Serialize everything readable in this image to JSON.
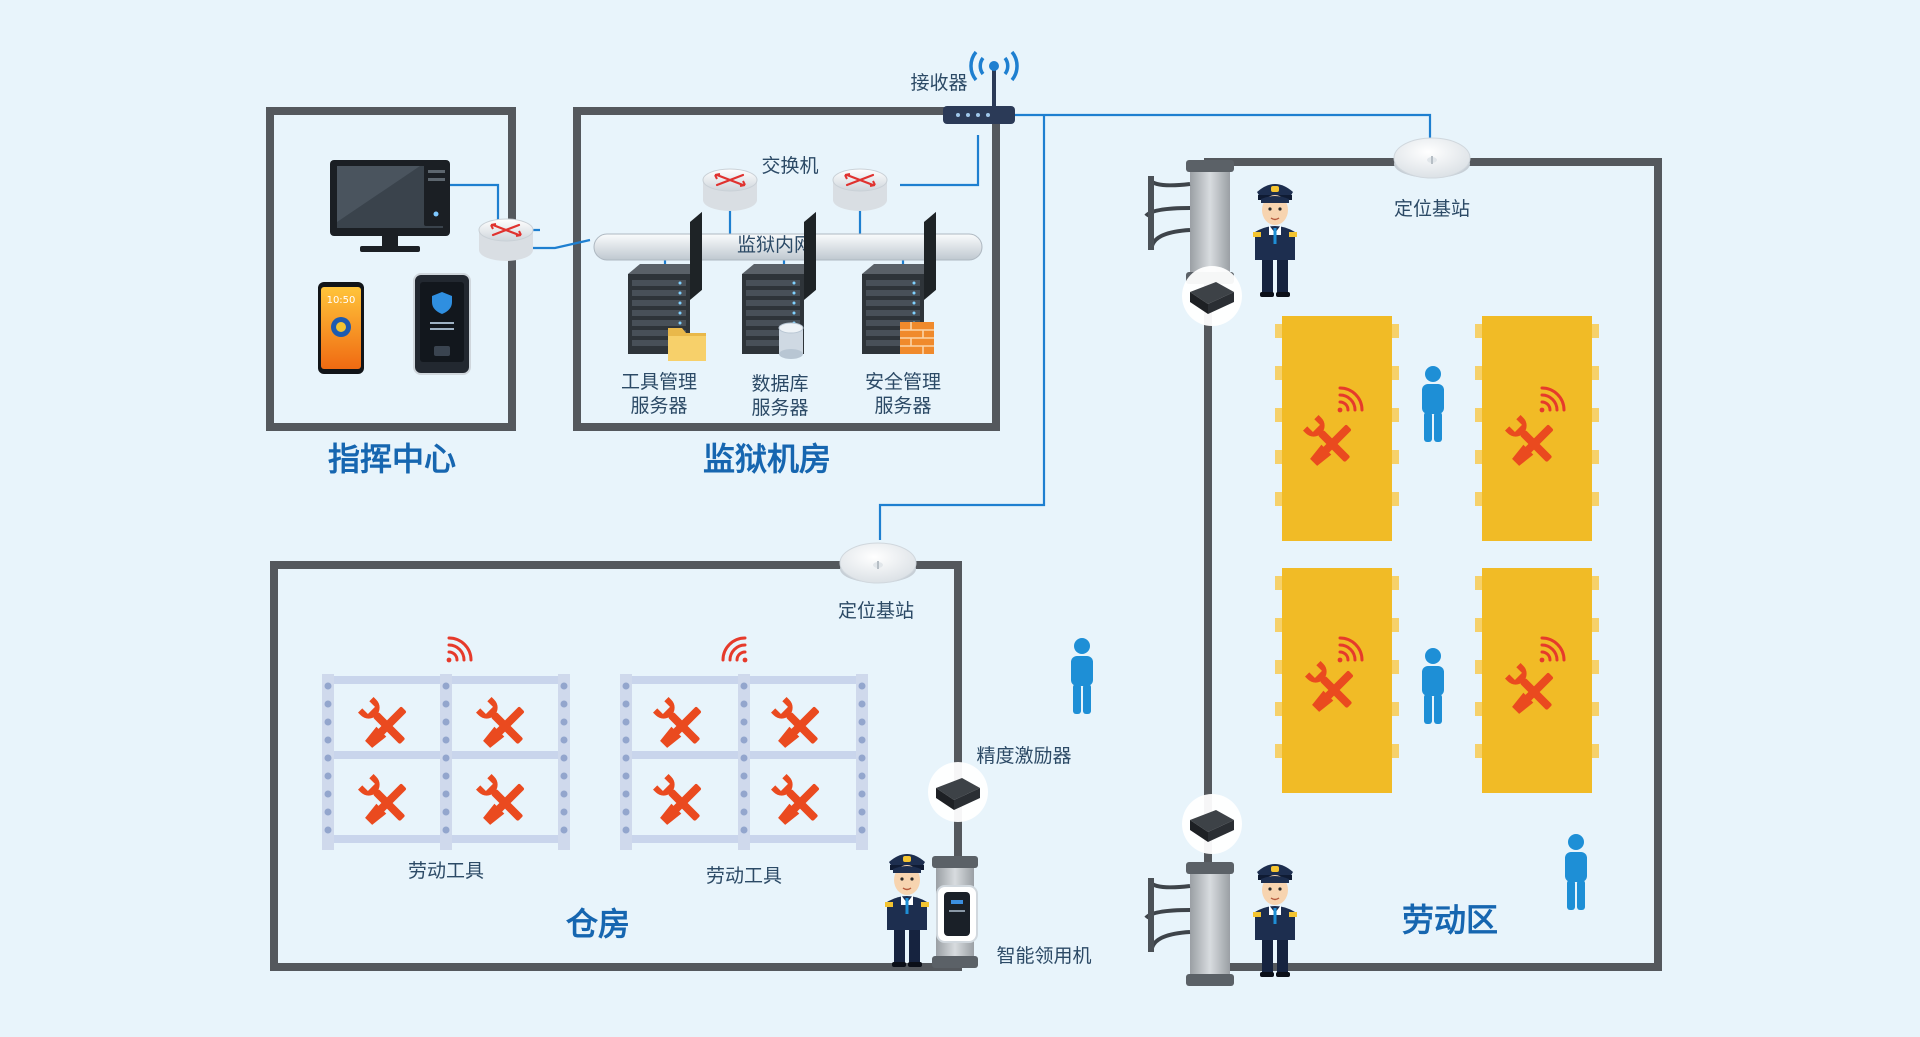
{
  "areas": {
    "command_center": "指挥中心",
    "server_room": "监狱机房",
    "warehouse": "仓房",
    "labor_zone": "劳动区"
  },
  "devices": {
    "receiver": "接收器",
    "switch": "交换机",
    "intranet": "监狱内网",
    "positioning_base_station": "定位基站",
    "precision_exciter": "精度激励器",
    "smart_dispenser": "智能领用机"
  },
  "servers": {
    "tool_mgmt_line1": "工具管理",
    "tool_mgmt_line2": "服务器",
    "database_line1": "数据库",
    "database_line2": "服务器",
    "security_line1": "安全管理",
    "security_line2": "服务器"
  },
  "shelves": {
    "left_label": "劳动工具",
    "right_label": "劳动工具"
  },
  "phone": {
    "clock": "10:50"
  },
  "colors": {
    "background": "#e8f4fb",
    "wall": "#54585d",
    "cable": "#1e7fd0",
    "title_blue": "#1666b0",
    "workbench_yellow": "#f1bb26",
    "tool_red": "#ea4a1f",
    "person_blue": "#1e8fd6"
  },
  "icons": {
    "monitor": "monitor-icon",
    "pc_tower": "pc-tower-icon",
    "router": "router-icon",
    "server": "server-rack-icon",
    "folder": "folder-icon",
    "database": "database-icon",
    "firewall": "firewall-icon",
    "antenna": "antenna-icon",
    "access_point": "access-point-icon",
    "tool": "wrench-screwdriver-icon",
    "wifi": "wifi-signal-icon",
    "guard": "guard-icon",
    "person": "person-icon",
    "exciter": "exciter-device-icon",
    "gate": "turnstile-gate-icon",
    "phone": "smartphone-icon",
    "tablet": "tablet-terminal-icon"
  }
}
